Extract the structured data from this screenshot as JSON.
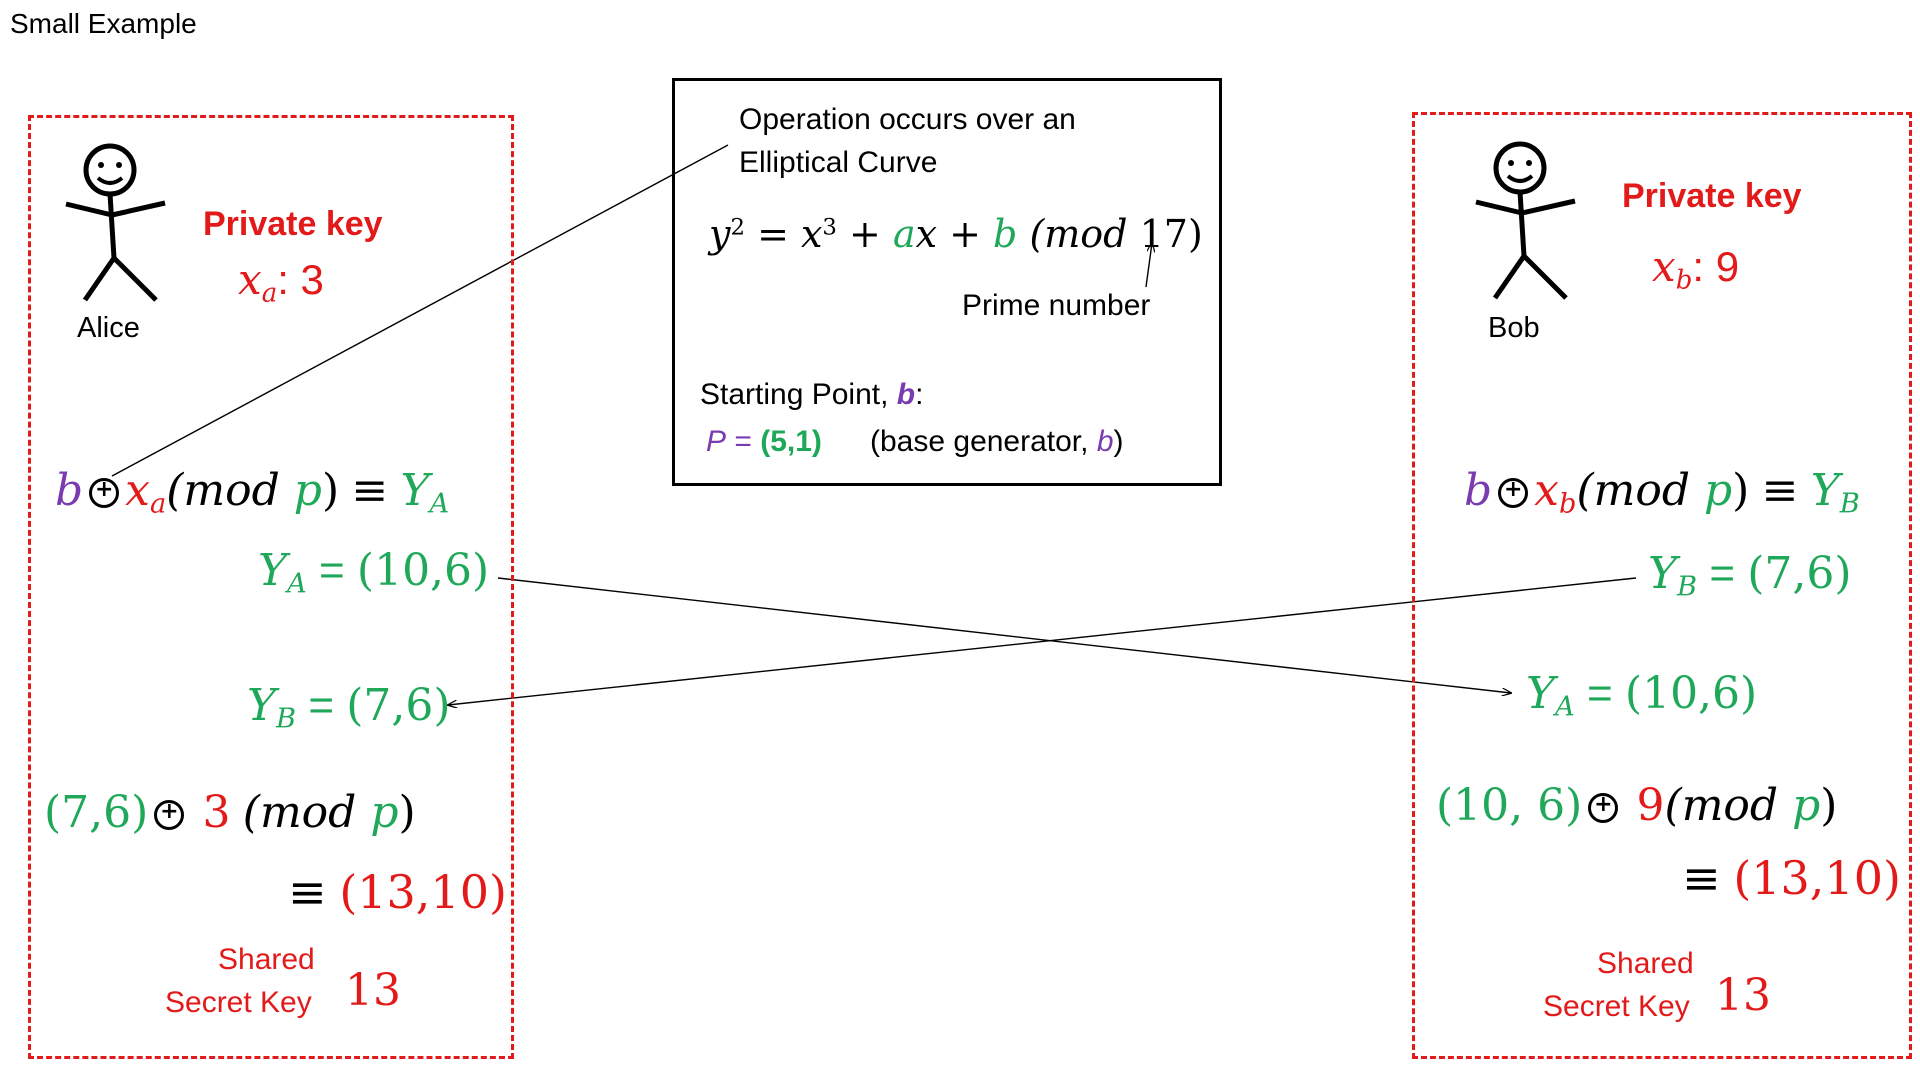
{
  "page_title": "Small Example",
  "colors": {
    "red": "#e21a1a",
    "green": "#1fa85a",
    "purple": "#7a3bb0"
  },
  "alice": {
    "name": "Alice",
    "private_key_label": "Private key",
    "private_key_var": "x",
    "private_key_sub": "a",
    "private_key_value": ": 3",
    "formula": {
      "b": "b",
      "x": "x",
      "x_sub": "a",
      "mod": "(mod ",
      "p": "p",
      "close": ")",
      "equiv": "≡",
      "Y": "Y",
      "Y_sub": "A"
    },
    "public_key": {
      "Y": "Y",
      "sub": "A",
      "eq": " = ",
      "value": "(10,6)"
    },
    "received_key": {
      "Y": "Y",
      "sub": "B",
      "eq": " = ",
      "value": "(7,6)"
    },
    "compute": {
      "point": "(7,6)",
      "scalar": "3",
      "mod": "(mod ",
      "p": "p",
      "close": ")"
    },
    "result": {
      "equiv": "≡",
      "value": "(13,10)"
    },
    "shared_label_line1": "Shared",
    "shared_label_line2": "Secret Key",
    "shared_value": "13"
  },
  "bob": {
    "name": "Bob",
    "private_key_label": "Private key",
    "private_key_var": "x",
    "private_key_sub": "b",
    "private_key_value": ": 9",
    "formula": {
      "b": "b",
      "x": "x",
      "x_sub": "b",
      "mod": "(mod ",
      "p": "p",
      "close": ")",
      "equiv": "≡",
      "Y": "Y",
      "Y_sub": "B"
    },
    "public_key": {
      "Y": "Y",
      "sub": "B",
      "eq": " = ",
      "value": "(7,6)"
    },
    "received_key": {
      "Y": "Y",
      "sub": "A",
      "eq": " = ",
      "value": "(10,6)"
    },
    "compute": {
      "point": "(10, 6)",
      "scalar": "9",
      "mod": "(mod ",
      "p": "p",
      "close": ")"
    },
    "result": {
      "equiv": "≡",
      "value": "(13,10)"
    },
    "shared_label_line1": "Shared",
    "shared_label_line2": "Secret Key",
    "shared_value": "13"
  },
  "curve_box": {
    "line1": "Operation occurs over an",
    "line2": "Elliptical Curve",
    "eq": {
      "y": "y",
      "y_exp": "2",
      "equals": " = ",
      "x": "x",
      "x_exp": "3",
      "plus1": " + ",
      "a": "a",
      "ax": "x",
      "plus2": " + ",
      "b": "b",
      "mod": " (mod ",
      "prime": "17",
      "close": ")"
    },
    "prime_label": "Prime number",
    "starting_label": "Starting Point, ",
    "starting_b": "b",
    "starting_colon": ":",
    "P": "P",
    "P_eq": " = ",
    "P_value": "(5,1)",
    "base_text": "(base generator, ",
    "base_b": "b",
    "base_close": ")"
  }
}
